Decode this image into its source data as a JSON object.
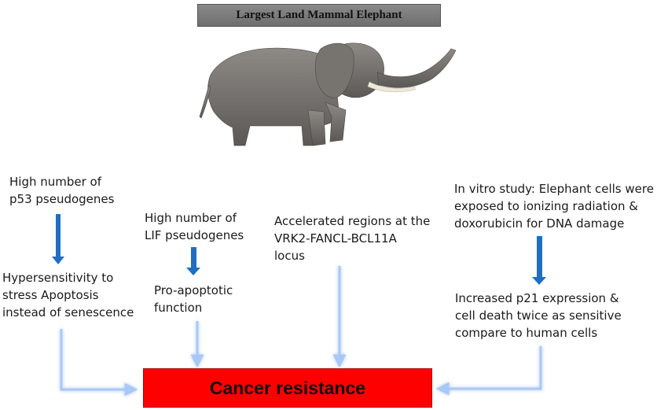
{
  "title": "Largest Land Mammal Elephant",
  "elephant_image": {
    "icon": "elephant-icon"
  },
  "nodes": {
    "p53_cause": "High number of\np53 pseudogenes",
    "p53_effect": "Hypersensitivity to\nstress Apoptosis\ninstead of senescence",
    "lif_cause": "High number of\nLIF pseudogenes",
    "lif_effect": "Pro-apoptotic\nfunction",
    "vrk2": "Accelerated regions at the\nVRK2-FANCL-BCL11A\nlocus",
    "invitro_cause": "In vitro study: Elephant cells were\nexposed to ionizing radiation &\ndoxorubicin for DNA damage",
    "invitro_effect": "Increased p21 expression &\ncell death twice as sensitive\ncompare to human cells"
  },
  "result": "Cancer resistance",
  "colors": {
    "dark_arrow": "#1f6fc0",
    "glow_arrow": "#a9c8f5",
    "glow_outer": "#cfe0fb",
    "result_box": "#ff0000",
    "title_box": "#7f7f7f"
  }
}
